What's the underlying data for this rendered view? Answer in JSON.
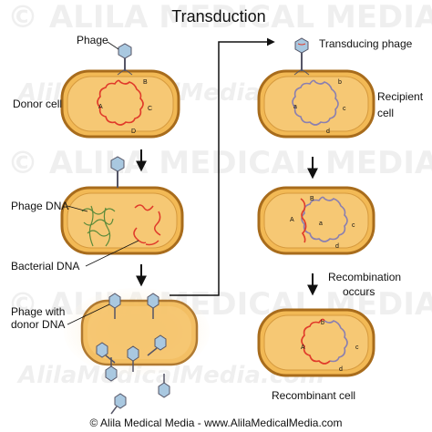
{
  "title": "Transduction",
  "labels": {
    "phage": "Phage",
    "donor_cell": "Donor cell",
    "phage_dna": "Phage DNA",
    "bacterial_dna": "Bacterial DNA",
    "phage_with_donor_dna_1": "Phage with",
    "phage_with_donor_dna_2": "donor DNA",
    "transducing_phage": "Transducing phage",
    "recipient_cell_1": "Recipient",
    "recipient_cell_2": "cell",
    "recombination_1": "Recombination",
    "recombination_2": "occurs",
    "recombinant_cell": "Recombinant cell"
  },
  "genes": {
    "donor": [
      "B",
      "A",
      "C",
      "D"
    ],
    "recipient": [
      "b",
      "a",
      "c",
      "d"
    ],
    "step2": [
      "B",
      "A",
      "a",
      "c",
      "d"
    ],
    "recombinant": [
      "b",
      "A",
      "c",
      "d"
    ]
  },
  "watermark": "© ALILA MEDICAL MEDIA",
  "watermark_script": "AlilaMedicalMedia.com",
  "footer": "© Alila Medical Media - www.AlilaMedicalMedia.com",
  "colors": {
    "cell_fill": "#f2b955",
    "cell_stroke": "#a86c1c",
    "cell_inner": "#f6c874",
    "donor_dna": "#e03a2a",
    "recipient_dna": "#8a7fb0",
    "phage_dna": "#5a8a3a",
    "phage_head": "#a9c8e0",
    "arrow": "#111111"
  }
}
